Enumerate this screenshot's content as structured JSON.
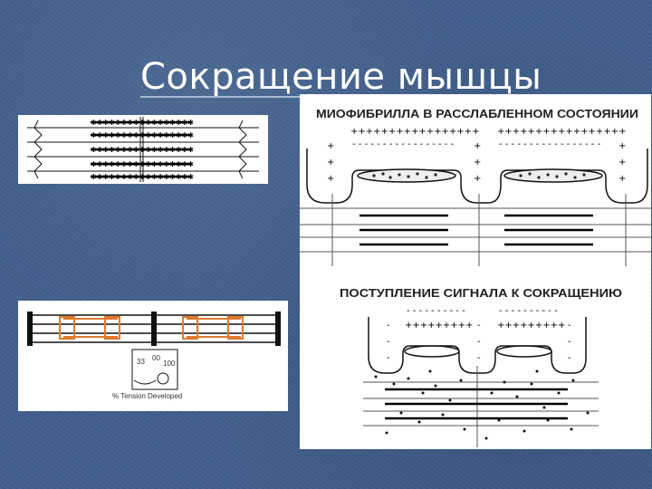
{
  "slide": {
    "title": "Сокращение мышцы"
  },
  "right_panel": {
    "relaxed_caption": "МИОФИБРИЛЛА В РАССЛАБЛЕННОМ СОСТОЯНИИ",
    "signal_caption": "ПОСТУПЛЕНИЕ СИГНАЛА К СОКРАЩЕНИЮ"
  },
  "bottom_left_panel": {
    "gauge_values": [
      "33",
      "00",
      "100"
    ],
    "gauge_caption": "% Tension   Developed"
  },
  "colors": {
    "background": "#405f8b",
    "title": "#ffffff",
    "orange_links": "#e07a2e"
  }
}
